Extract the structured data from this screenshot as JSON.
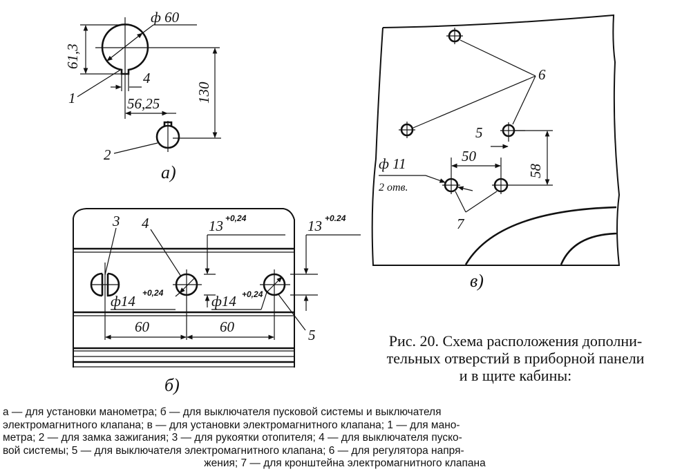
{
  "figure_a": {
    "label_phi60": "ф 60",
    "label_61_3": "61,3",
    "label_130": "130",
    "label_4": "4",
    "label_56_25": "56,25",
    "label_1": "1",
    "label_2": "2",
    "sublabel": "а)"
  },
  "figure_b": {
    "label_3": "3",
    "label_4": "4",
    "label_13a": "13",
    "label_13a_sup": "+0,24",
    "label_13b": "13",
    "label_13b_sup": "+0.24",
    "label_phi14a": "ф14",
    "label_phi14a_sup": "+0,24",
    "label_phi14b": "ф14",
    "label_phi14b_sup": "+0,24",
    "label_60a": "60",
    "label_60b": "60",
    "label_5": "5",
    "sublabel": "б)"
  },
  "figure_v": {
    "label_6": "6",
    "label_5": "5",
    "label_50": "50",
    "label_58": "58",
    "label_phi11": "ф 11",
    "label_2otv": "2 отв.",
    "label_7": "7",
    "sublabel": "в)"
  },
  "title": {
    "line1": "Рис. 20. Схема расположения дополни-",
    "line2": "тельных отверстий в приборной панели",
    "line3": "и в щите кабины:"
  },
  "caption": {
    "line1": "а — для установки манометра; б — для выключателя пусковой системы и выключателя",
    "line2": "электромагнитного клапана; в — для установки электромагнитного клапана; 1 — для мано-",
    "line3": "метра; 2 — для замка зажигания; 3 — для рукоятки отопителя; 4 — для выключателя пуско-",
    "line4": "вой системы; 5 — для выключателя электромагнитного клапана; 6 — для регулятора напря-",
    "line5": "жения; 7 — для кронштейна электромагнитного клапана"
  }
}
